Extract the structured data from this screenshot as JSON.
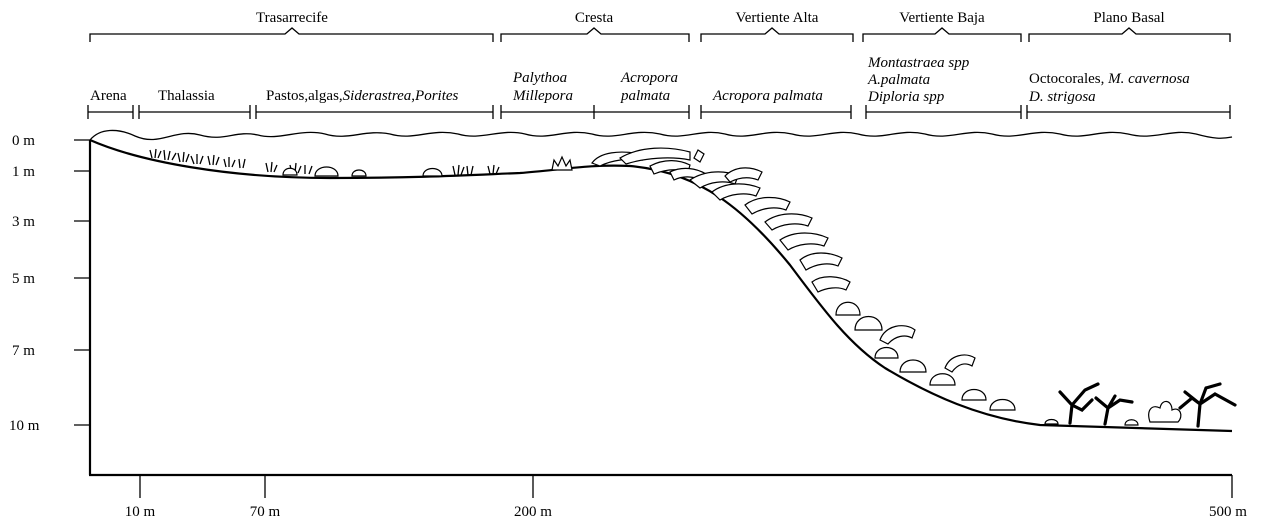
{
  "zones": {
    "trasarrecife": "Trasarrecife",
    "cresta": "Cresta",
    "vertiente_alta": "Vertiente Alta",
    "vertiente_baja": "Vertiente Baja",
    "plano_basal": "Plano Basal"
  },
  "subzones": {
    "arena": "Arena",
    "thalassia": "Thalassia",
    "pastos_prefix": "Pastos,algas,",
    "pastos_siderastrea": "Siderastrea",
    "pastos_comma": ",",
    "pastos_porites": "Porites",
    "palythoa": "Palythoa",
    "millepora": "Millepora",
    "acropora_1": "Acropora",
    "palmata_1": "palmata",
    "acropora_palmata": "Acropora palmata",
    "montastraea": "Montastraea spp",
    "a_palmata": "A.palmata",
    "diploria": "Diploria spp",
    "octocorales_prefix": "Octocorales, ",
    "m_cavernosa": "M. cavernosa",
    "d_strigosa": "D. strigosa"
  },
  "depth_axis": {
    "labels": [
      "0 m",
      "1 m",
      "3 m",
      "5 m",
      "7 m",
      "10 m"
    ]
  },
  "distance_axis": {
    "labels": [
      "10 m",
      "70 m",
      "200 m",
      "500 m"
    ]
  }
}
